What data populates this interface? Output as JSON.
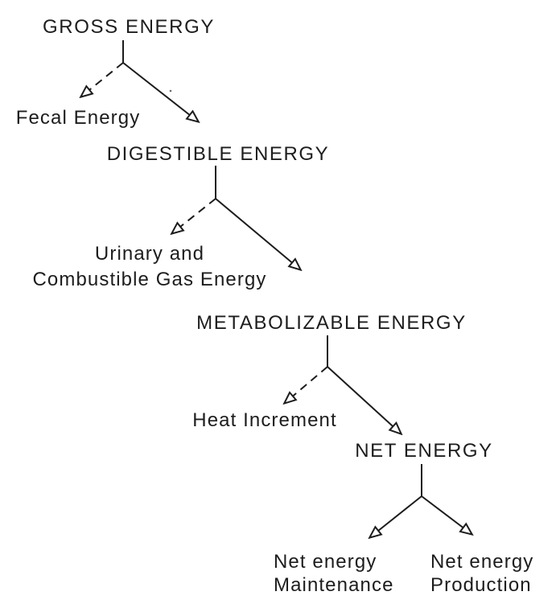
{
  "diagram": {
    "kind": "energy-partition-flowchart",
    "colors": {
      "ink": "#1c1c1c",
      "background": "#ffffff"
    },
    "nodes": {
      "gross": "GROSS ENERGY",
      "fecal": "Fecal Energy",
      "digestible": "DIGESTIBLE ENERGY",
      "urinary_line1": "Urinary and",
      "urinary_line2": "Combustible Gas Energy",
      "metabolizable": "METABOLIZABLE ENERGY",
      "heat": "Heat Increment",
      "net": "NET ENERGY",
      "nem_line1": "Net energy",
      "nem_line2": "Maintenance",
      "nep_line1": "Net energy",
      "nep_line2": "Production"
    },
    "edges": [
      {
        "from": "GROSS ENERGY",
        "to": "Fecal Energy",
        "style": "dashed"
      },
      {
        "from": "GROSS ENERGY",
        "to": "DIGESTIBLE ENERGY",
        "style": "solid"
      },
      {
        "from": "DIGESTIBLE ENERGY",
        "to": "Urinary and Combustible Gas Energy",
        "style": "dashed"
      },
      {
        "from": "DIGESTIBLE ENERGY",
        "to": "METABOLIZABLE ENERGY",
        "style": "solid"
      },
      {
        "from": "METABOLIZABLE ENERGY",
        "to": "Heat Increment",
        "style": "dashed"
      },
      {
        "from": "METABOLIZABLE ENERGY",
        "to": "NET ENERGY",
        "style": "solid"
      },
      {
        "from": "NET ENERGY",
        "to": "Net energy Maintenance",
        "style": "solid"
      },
      {
        "from": "NET ENERGY",
        "to": "Net energy Production",
        "style": "solid"
      }
    ]
  }
}
